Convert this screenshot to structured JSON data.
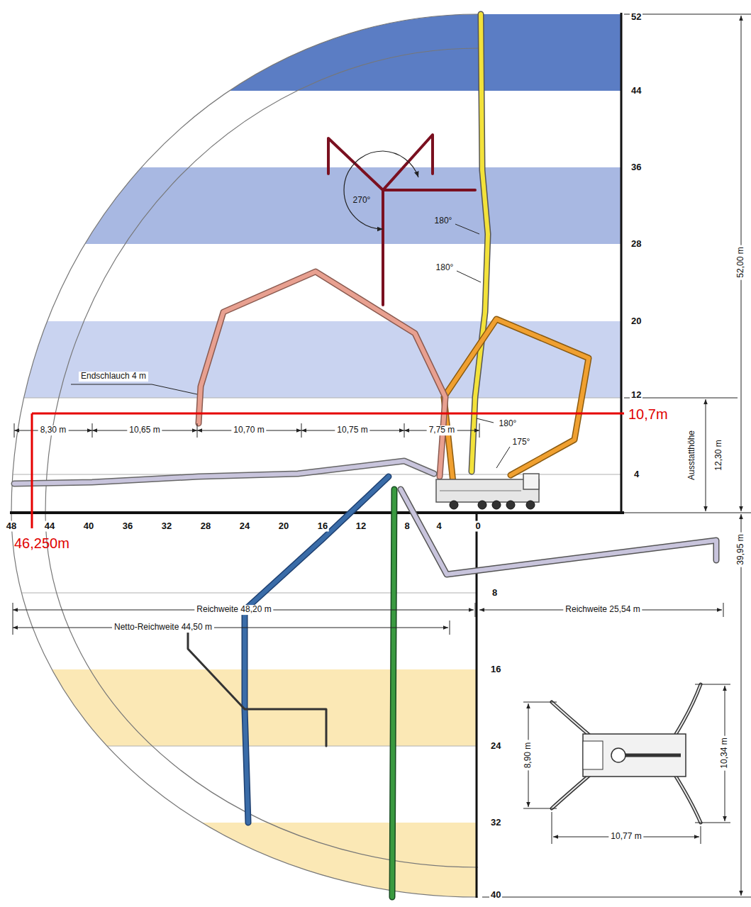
{
  "diagram": {
    "labels": [
      "52",
      "44",
      "36",
      "28",
      "20",
      "12",
      "4",
      "48",
      "44",
      "40",
      "36",
      "32",
      "28",
      "24",
      "20",
      "16",
      "12",
      "8",
      "4",
      "0",
      "8",
      "16",
      "24",
      "32",
      "40",
      "52,00 m",
      "Ausstatthöhe",
      "12,30 m",
      "39,95 m",
      "270°",
      "180°",
      "180°",
      "180°",
      "175°",
      "Endschlauch 4 m",
      "8,30 m",
      "10,65 m",
      "10,70 m",
      "10,75 m",
      "7,75 m",
      "10,7m",
      "46,250m",
      "Reichweite 48,20 m",
      "Netto-Reichweite 44,50 m",
      "Reichweite 25,54 m",
      "8,90 m",
      "10,34 m",
      "10,77 m"
    ]
  }
}
